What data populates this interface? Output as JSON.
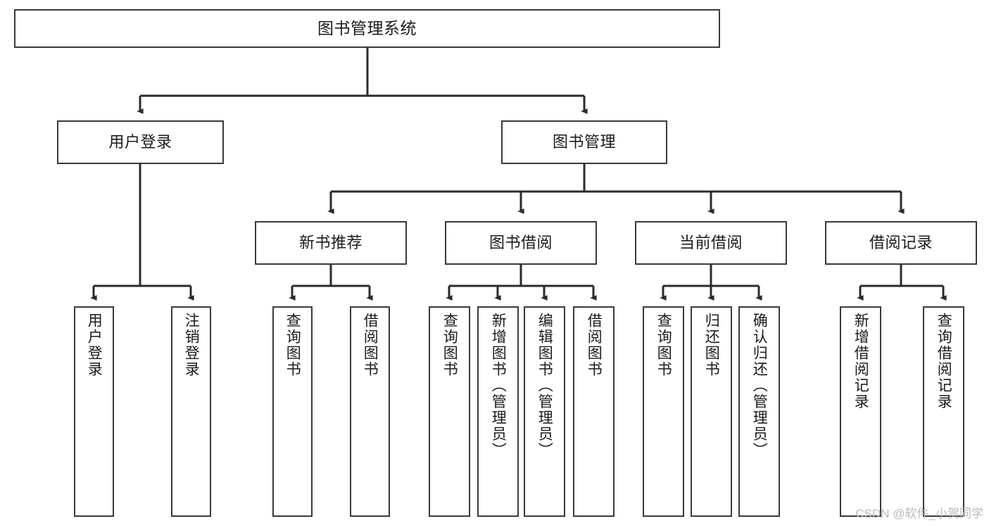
{
  "diagram": {
    "title": "图书管理系统",
    "watermark": "CSDN @软件_小贺同学",
    "colors": {
      "box_border": "#3a3a3a",
      "box_fill": "#ffffff",
      "connector": "#2b2b2b",
      "text": "#1b1b1b",
      "watermark": "#b9b9b9",
      "background": "#ffffff"
    },
    "nodes": {
      "root": {
        "label": "图书管理系统"
      },
      "level1": [
        {
          "label": "用户登录"
        },
        {
          "label": "图书管理"
        }
      ],
      "level2": [
        {
          "label": "新书推荐"
        },
        {
          "label": "图书借阅"
        },
        {
          "label": "当前借阅"
        },
        {
          "label": "借阅记录"
        }
      ],
      "leaves": {
        "user_login": [
          {
            "label": "用户登录"
          },
          {
            "label": "注销登录"
          }
        ],
        "new_book_recommend": [
          {
            "label": "查询图书"
          },
          {
            "label": "借阅图书"
          }
        ],
        "book_borrow": [
          {
            "label": "查询图书"
          },
          {
            "label": "新增图书（管理员）"
          },
          {
            "label": "编辑图书（管理员）"
          },
          {
            "label": "借阅图书"
          }
        ],
        "current_borrow": [
          {
            "label": "查询图书"
          },
          {
            "label": "归还图书"
          },
          {
            "label": "确认归还（管理员）"
          }
        ],
        "borrow_record": [
          {
            "label": "新增借阅记录"
          },
          {
            "label": "查询借阅记录"
          }
        ]
      }
    }
  }
}
